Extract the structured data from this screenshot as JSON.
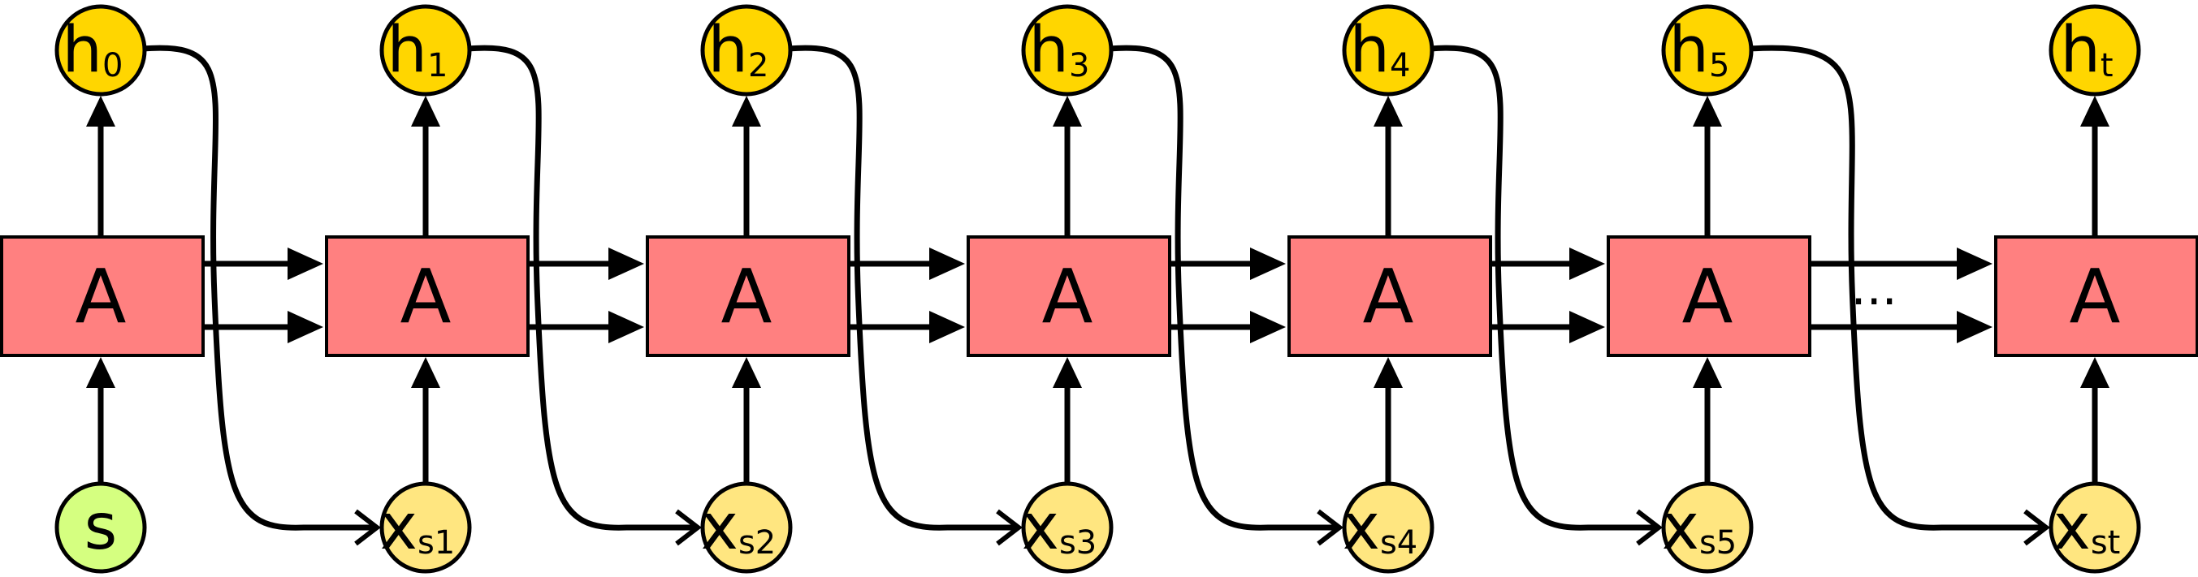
{
  "cells": [
    "A",
    "A",
    "A",
    "A",
    "A",
    "A",
    "A"
  ],
  "outputs": [
    {
      "main": "h",
      "sub": "0"
    },
    {
      "main": "h",
      "sub": "1"
    },
    {
      "main": "h",
      "sub": "2"
    },
    {
      "main": "h",
      "sub": "3"
    },
    {
      "main": "h",
      "sub": "4"
    },
    {
      "main": "h",
      "sub": "5"
    },
    {
      "main": "h",
      "sub": "t"
    }
  ],
  "inputs": [
    {
      "main": "s",
      "sub": ""
    },
    {
      "main": "x",
      "sub": "s1"
    },
    {
      "main": "x",
      "sub": "s2"
    },
    {
      "main": "x",
      "sub": "s3"
    },
    {
      "main": "x",
      "sub": "s4"
    },
    {
      "main": "x",
      "sub": "s5"
    },
    {
      "main": "x",
      "sub": "st"
    }
  ],
  "ellipsis": "...",
  "colors": {
    "cell": "#ff8080",
    "output_node": "#ffd600",
    "input_node": "#ffe680",
    "start_node": "#d5ff80"
  }
}
